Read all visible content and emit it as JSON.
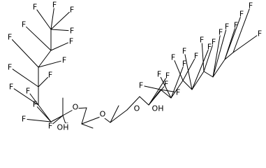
{
  "structure": {
    "colors": {
      "bond": "#000000",
      "label": "#000000",
      "background": "#ffffff"
    },
    "labels": {
      "fluorine": "F",
      "oxygen": "O",
      "hydroxyl": "OH"
    }
  }
}
